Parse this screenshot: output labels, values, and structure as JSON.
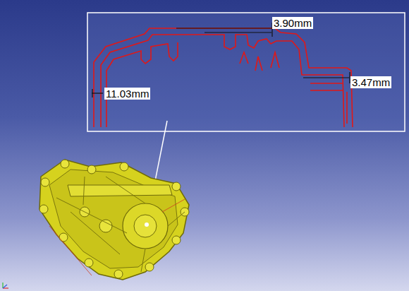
{
  "diagram": {
    "labels": [
      "3.90mm",
      "11.03mm",
      "3.47mm"
    ]
  }
}
